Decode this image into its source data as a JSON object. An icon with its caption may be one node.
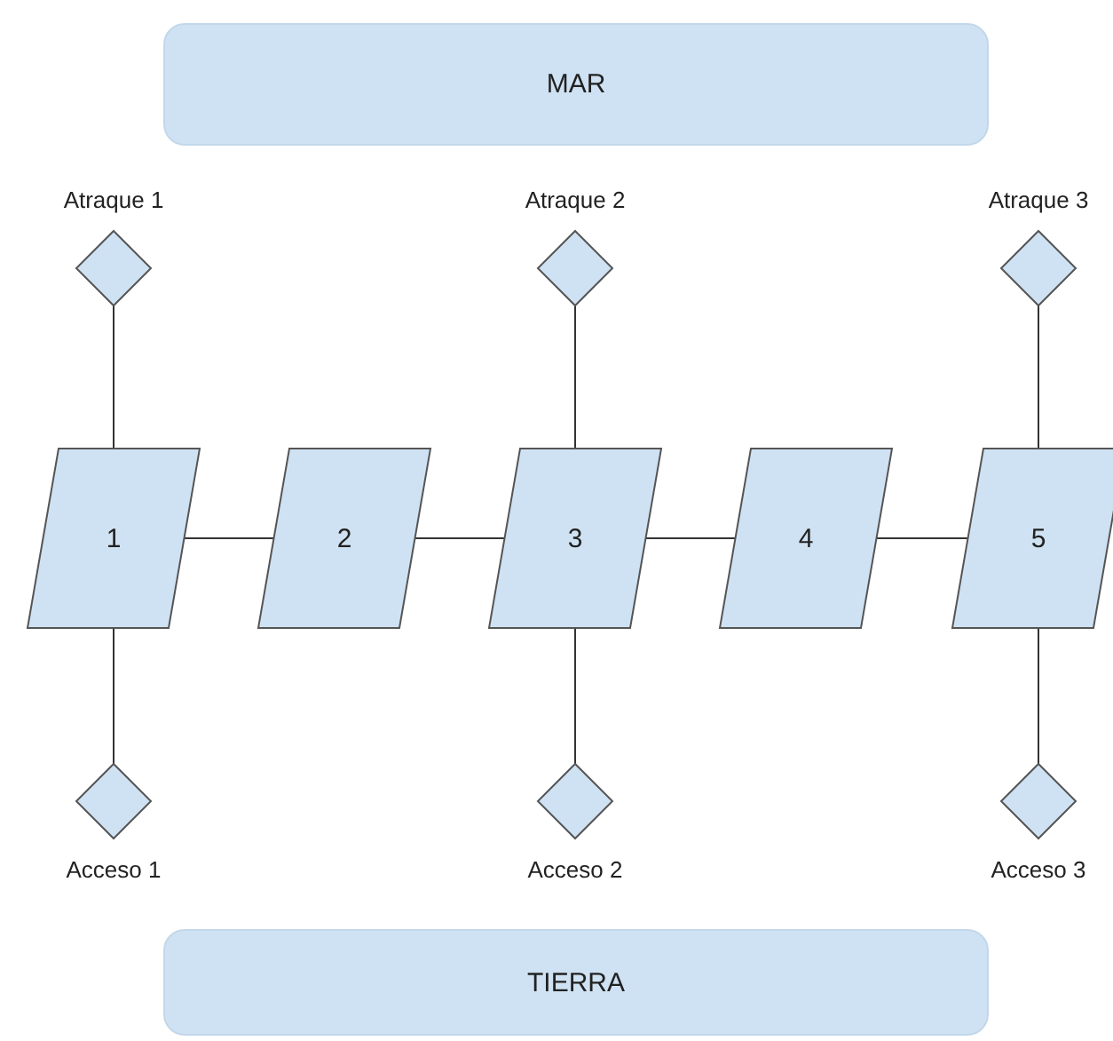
{
  "diagram": {
    "nodes": [
      {
        "text": [
          "MAR"
        ]
      },
      {
        "text": [
          "Atraque 1"
        ]
      },
      {
        "text": [
          "Atraque 2"
        ]
      },
      {
        "text": [
          "Atraque 3"
        ]
      },
      {
        "text": [
          "1"
        ]
      },
      {
        "text": [
          "2"
        ]
      },
      {
        "text": [
          "3"
        ]
      },
      {
        "text": [
          "4"
        ]
      },
      {
        "text": [
          "5"
        ]
      },
      {
        "text": [
          "Acceso 1"
        ]
      },
      {
        "text": [
          "Acceso 2"
        ]
      },
      {
        "text": [
          "Acceso 3"
        ]
      },
      {
        "text": [
          "TIERRA"
        ]
      }
    ],
    "edges": [
      {
        "from": 1,
        "to": 4,
        "arrow": "none"
      },
      {
        "from": 2,
        "to": 6,
        "arrow": "none"
      },
      {
        "from": 3,
        "to": 8,
        "arrow": "none"
      },
      {
        "from": 4,
        "to": 5,
        "arrow": "none"
      },
      {
        "from": 5,
        "to": 6,
        "arrow": "none"
      },
      {
        "from": 6,
        "to": 7,
        "arrow": "none"
      },
      {
        "from": 7,
        "to": 8,
        "arrow": "none"
      },
      {
        "from": 4,
        "to": 9,
        "arrow": "none"
      },
      {
        "from": 6,
        "to": 10,
        "arrow": "none"
      },
      {
        "from": 8,
        "to": 11,
        "arrow": "none"
      }
    ]
  }
}
